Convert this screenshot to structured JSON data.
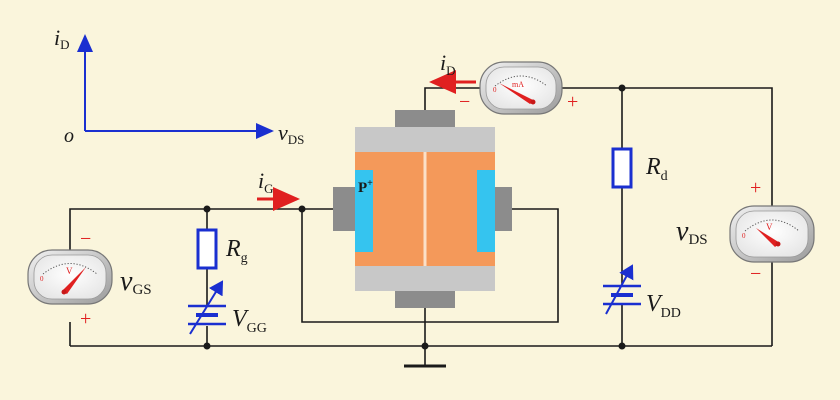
{
  "colors": {
    "background": "#faf5dc",
    "wire": "#1a1a1a",
    "axis": "#1a2fd0",
    "current_arrow": "#e02020",
    "channel": "#f4995a",
    "gate_region": "#35c4ef",
    "contact": "#c8c8c8",
    "electrode": "#8c8c8c",
    "resistor_fill": "#ffffff",
    "resistor_stroke": "#1a2fd0",
    "battery": "#1a2fd0",
    "meter_needle": "#e02020",
    "meter_sign": "#e02020"
  },
  "axes": {
    "origin": "o",
    "y_label": "i",
    "y_sub": "D",
    "x_label": "v",
    "x_sub": "DS"
  },
  "device": {
    "gate_label": "P",
    "gate_sup": "+"
  },
  "labels": {
    "id_current": {
      "main": "i",
      "sub": "D"
    },
    "ig_current": {
      "main": "i",
      "sub": "G"
    },
    "rg": {
      "main": "R",
      "sub": "g"
    },
    "rd": {
      "main": "R",
      "sub": "d"
    },
    "vgg": {
      "main": "V",
      "sub": "GG"
    },
    "vdd": {
      "main": "V",
      "sub": "DD"
    },
    "vgs": {
      "main": "v",
      "sub": "GS"
    },
    "vds": {
      "main": "v",
      "sub": "DS"
    }
  },
  "meters": {
    "ammeter": {
      "unit": "mA",
      "zero": "0",
      "minus": "−",
      "plus": "+"
    },
    "voltmeter_gs": {
      "unit": "V",
      "zero": "0",
      "minus": "−",
      "plus": "+"
    },
    "voltmeter_ds": {
      "unit": "V",
      "zero": "0",
      "minus": "−",
      "plus": "+"
    }
  }
}
